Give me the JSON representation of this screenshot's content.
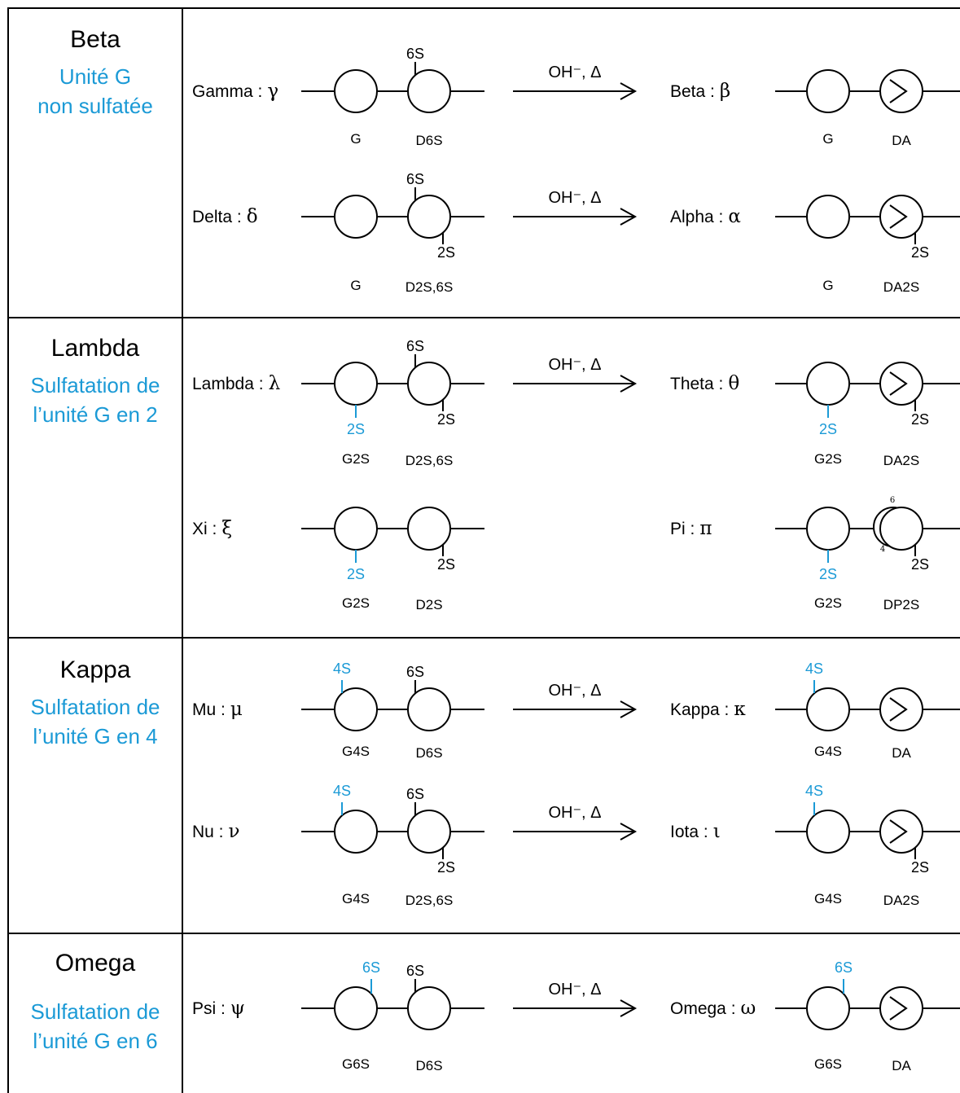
{
  "groups": [
    {
      "name": "Beta",
      "desc": [
        "Unité G",
        "non sulfatée"
      ]
    },
    {
      "name": "Lambda",
      "desc": [
        "Sulfatation de",
        "l’unité G en 2"
      ]
    },
    {
      "name": "Kappa",
      "desc": [
        "Sulfatation de",
        "l’unité G en 4"
      ]
    },
    {
      "name": "Omega",
      "desc": [
        "Sulfatation de",
        "l’unité G en 6"
      ]
    }
  ],
  "reaction_label": "OH⁻, Δ",
  "rows": [
    {
      "left": {
        "name": "Gamma :",
        "greek": "γ",
        "units": [
          "G",
          "D6S"
        ]
      },
      "right": {
        "name": "Beta :",
        "greek": "β",
        "units": [
          "G",
          "DA"
        ]
      }
    },
    {
      "left": {
        "name": "Delta :",
        "greek": "δ",
        "units": [
          "G",
          "D2S,6S"
        ]
      },
      "right": {
        "name": "Alpha :",
        "greek": "α",
        "units": [
          "G",
          "DA2S"
        ]
      }
    },
    {
      "left": {
        "name": "Lambda :",
        "greek": "λ",
        "units": [
          "G2S",
          "D2S,6S"
        ]
      },
      "right": {
        "name": "Theta :",
        "greek": "θ",
        "units": [
          "G2S",
          "DA2S"
        ]
      }
    },
    {
      "left": {
        "name": "Xi :",
        "greek": "ξ",
        "units": [
          "G2S",
          "D2S"
        ]
      },
      "right": {
        "name": "Pi :",
        "greek": "π",
        "units": [
          "G2S",
          "DP2S"
        ]
      }
    },
    {
      "left": {
        "name": "Mu :",
        "greek": "μ",
        "units": [
          "G4S",
          "D6S"
        ]
      },
      "right": {
        "name": "Kappa :",
        "greek": "κ",
        "units": [
          "G4S",
          "DA"
        ]
      }
    },
    {
      "left": {
        "name": "Nu :",
        "greek": "ν",
        "units": [
          "G4S",
          "D2S,6S"
        ]
      },
      "right": {
        "name": "Iota :",
        "greek": "ι",
        "units": [
          "G4S",
          "DA2S"
        ]
      }
    },
    {
      "left": {
        "name": "Psi :",
        "greek": "ψ",
        "units": [
          "G6S",
          "D6S"
        ]
      },
      "right": {
        "name": "Omega :",
        "greek": "ω",
        "units": [
          "G6S",
          "DA"
        ]
      }
    }
  ],
  "sulfate_labels": {
    "s6": "6S",
    "s2": "2S",
    "s4": "4S"
  },
  "pi_ring_positions": [
    "6",
    "4"
  ],
  "colors": {
    "accent": "#1b9ad6",
    "line": "#000000"
  }
}
